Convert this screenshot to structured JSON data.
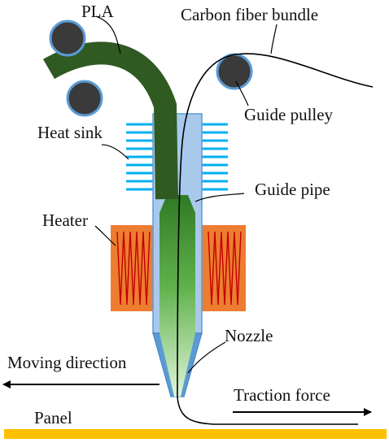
{
  "labels": {
    "pla": "PLA",
    "carbon_fiber_bundle": "Carbon fiber bundle",
    "guide_pulley": "Guide pulley",
    "heat_sink": "Heat sink",
    "guide_pipe": "Guide pipe",
    "heater": "Heater",
    "nozzle": "Nozzle",
    "moving_direction": "Moving direction",
    "traction_force": "Traction force",
    "panel": "Panel"
  },
  "colors": {
    "pla_filament": "#2f5a22",
    "pulley_fill": "#3a3a3a",
    "pulley_ring": "#5b9bd5",
    "heat_sink_fins": "#00b0f0",
    "guide_pipe_fill": "#a9c9ec",
    "guide_pipe_stroke": "#5b9bd5",
    "heater_fill": "#ed7d31",
    "heater_coil": "#c00000",
    "nozzle_fill": "#5b9bd5",
    "melt_top": "#3a8a2e",
    "melt_bottom": "#d7f2cf",
    "panel": "#ffc000",
    "fiber": "#000000",
    "arrows": "#000000"
  }
}
